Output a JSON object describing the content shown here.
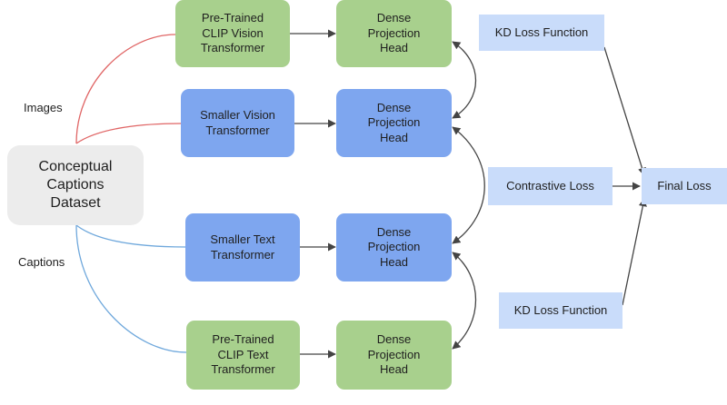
{
  "labels": {
    "images": "Images",
    "captions": "Captions"
  },
  "nodes": {
    "dataset": "Conceptual\nCaptions\nDataset",
    "clip_vision": "Pre-Trained\nCLIP Vision\nTransformer",
    "small_vision": "Smaller Vision\nTransformer",
    "small_text": "Smaller Text\nTransformer",
    "clip_text": "Pre-Trained\nCLIP Text\nTransformer",
    "proj_1": "Dense\nProjection\nHead",
    "proj_2": "Dense\nProjection\nHead",
    "proj_3": "Dense\nProjection\nHead",
    "proj_4": "Dense\nProjection\nHead",
    "kd_loss_top": "KD Loss Function",
    "contrastive_loss": "Contrastive Loss",
    "kd_loss_bottom": "KD Loss Function",
    "final_loss": "Final Loss"
  },
  "colors": {
    "pretrained": "#a8d08d",
    "student": "#7ea6ef",
    "dataset": "#ececec",
    "loss": "#c9dcfa",
    "image_edge": "#e06666",
    "caption_edge": "#6fa8dc",
    "arrow": "#444444"
  }
}
